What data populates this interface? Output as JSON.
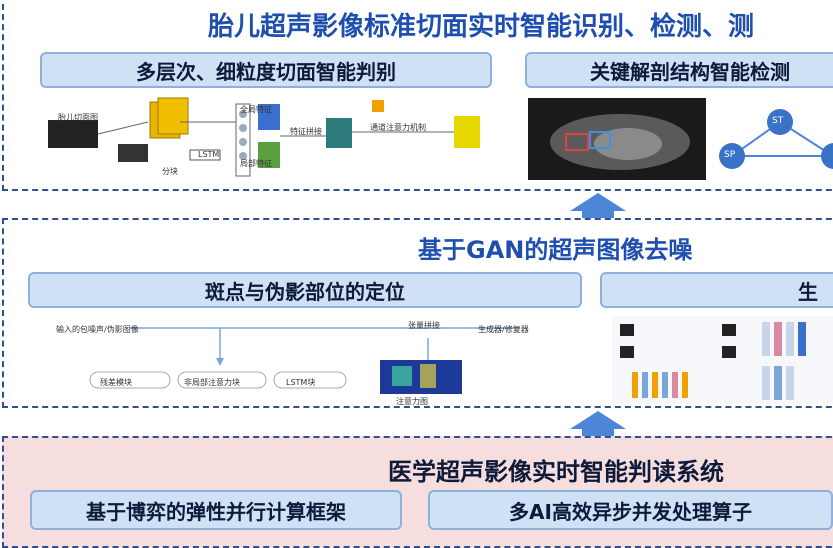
{
  "top": {
    "title": "胎儿超声影像标准切面实时智能识别、检测、测",
    "left_box": "多层次、细粒度切面智能判别",
    "right_box": "关键解剖结构智能检测",
    "diagram_labels": {
      "input": "胎儿切面图",
      "global": "全局特征",
      "local": "局部特征",
      "fuse": "特征拼接",
      "attention": "通道注意力机制",
      "lstm": "LSTM",
      "block": "分块"
    },
    "graph_nodes": [
      "ST",
      "SP"
    ]
  },
  "middle": {
    "title": "基于GAN的超声图像去噪",
    "left_box": "斑点与伪影部位的定位",
    "right_box": "生",
    "diagram_labels": {
      "input": "输入的包噪声/伪影图像",
      "concat": "张量拼接",
      "output": "生成器/修复器",
      "m1": "残差模块",
      "m2": "非局部注意力块",
      "m3": "LSTM块",
      "attn": "注意力图"
    }
  },
  "bottom": {
    "title": "医学超声影像实时智能判读系统",
    "left_box": "基于博弈的弹性并行计算框架",
    "right_box": "多AI高效异步并发处理算子"
  },
  "colors": {
    "accent": "#1e4fb0",
    "pill_bg": "#cfe2f5",
    "arrow": "#4d86d6",
    "bottom_bg": "#f7dede"
  }
}
